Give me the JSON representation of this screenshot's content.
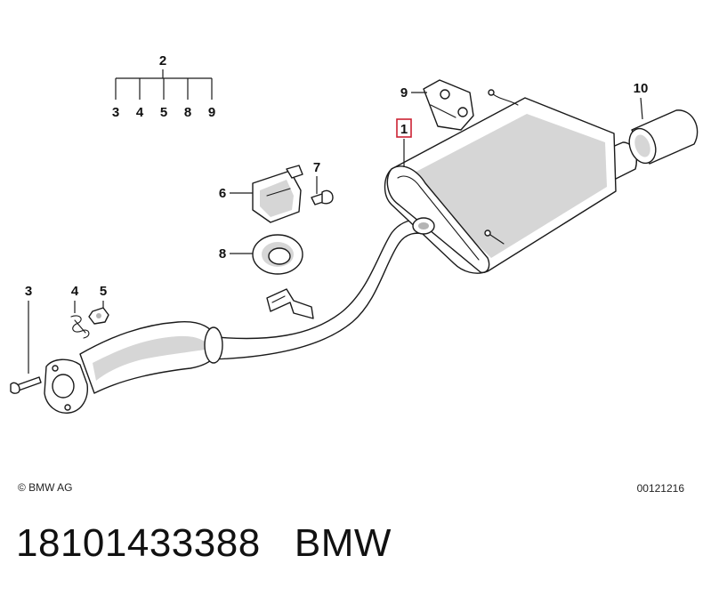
{
  "callouts": {
    "group_top": "2",
    "group_items": [
      "3",
      "4",
      "5",
      "8",
      "9"
    ],
    "muffler": "1",
    "bracket_9": "9",
    "tailpipe_10": "10",
    "mount_6": "6",
    "bolt_7": "7",
    "ring_8": "8",
    "bolt_3": "3",
    "spring_4": "4",
    "nut_5": "5"
  },
  "highlight_color": "#cc2233",
  "footer": {
    "copyright": "© BMW AG",
    "diagram_id": "00121216"
  },
  "part_number": "18101433388",
  "brand": "BMW"
}
